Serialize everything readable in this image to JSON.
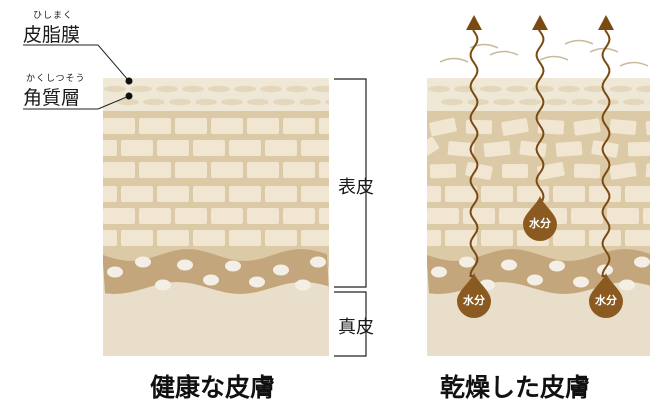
{
  "labels": {
    "sebum": {
      "ruby": "ひしまく",
      "text": "皮脂膜"
    },
    "stratum_corneum": {
      "ruby": "かくしつそう",
      "text": "角質層"
    },
    "epidermis": "表皮",
    "dermis": "真皮"
  },
  "captions": {
    "healthy": "健康な皮膚",
    "dry": "乾燥した皮膚"
  },
  "droplet_label": "水分",
  "colors": {
    "top_layer": "#efe8d7",
    "brick_bg": "#dcc9a6",
    "brick": "#f1e6d2",
    "cell_band": "#c3a67c",
    "cell": "#f4efe6",
    "dermis": "#e9dec9",
    "arrow": "#7a4a12",
    "drop": "#8a5a20"
  }
}
